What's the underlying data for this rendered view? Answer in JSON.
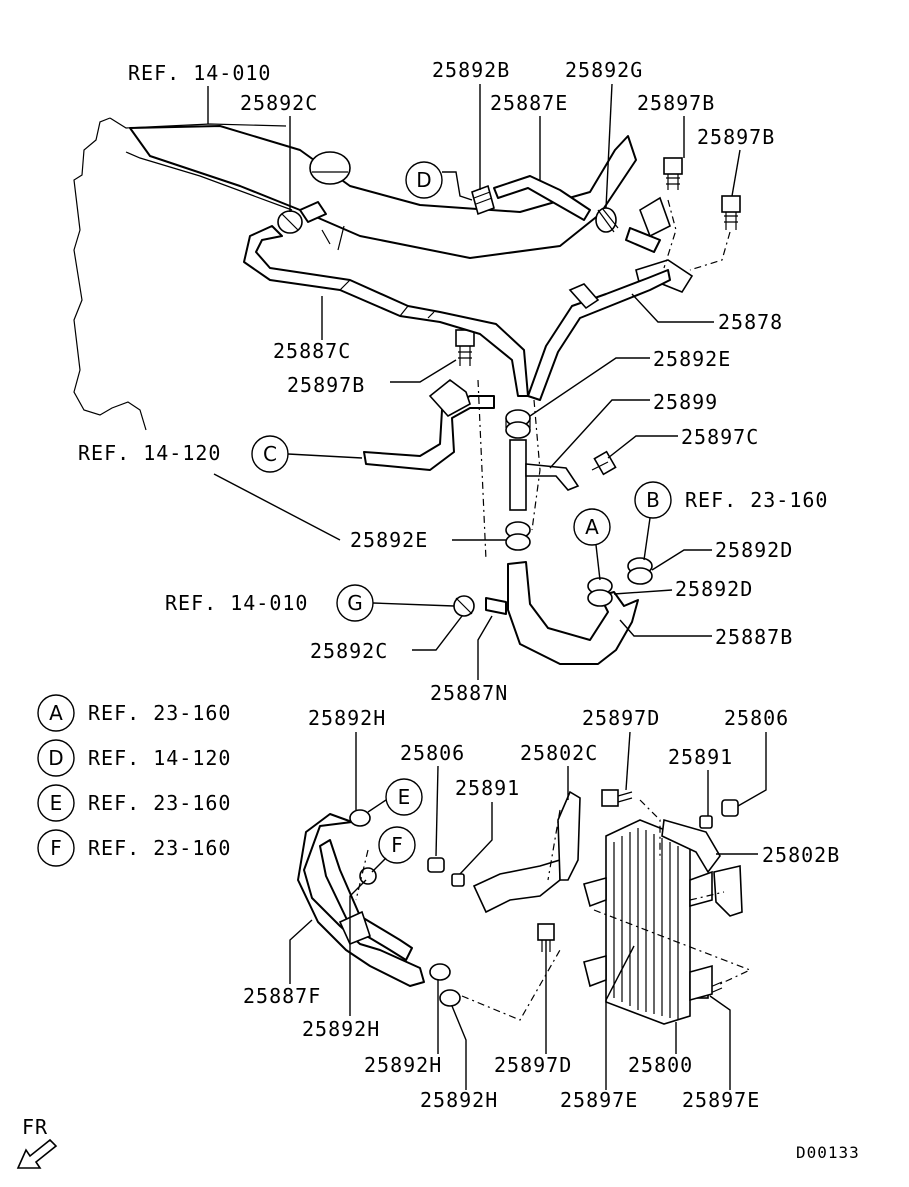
{
  "diagram_id": "D00133",
  "direction_label": "FR",
  "callouts": {
    "ref_14_010_top": "REF. 14-010",
    "ref_14_120": "REF. 14-120",
    "ref_23_160_b": "REF. 23-160",
    "ref_14_010_g": "REF. 14-010",
    "p25892B": "25892B",
    "p25892G": "25892G",
    "p25887E": "25887E",
    "p25897B_a": "25897B",
    "p25897B_b": "25897B",
    "p25892C_top": "25892C",
    "p25878": "25878",
    "p25887C": "25887C",
    "p25897B_c": "25897B",
    "p25892E_a": "25892E",
    "p25899": "25899",
    "p25897C": "25897C",
    "p25892D_a": "25892D",
    "p25892E_b": "25892E",
    "p25892D_b": "25892D",
    "p25887B": "25887B",
    "p25892C_bot": "25892C",
    "p25887N": "25887N",
    "p25892H_a": "25892H",
    "p25806_a": "25806",
    "p25802C": "25802C",
    "p25897D_a": "25897D",
    "p25806_b": "25806",
    "p25891_a": "25891",
    "p25891_b": "25891",
    "p25802B": "25802B",
    "p25887F": "25887F",
    "p25892H_b": "25892H",
    "p25892H_c": "25892H",
    "p25897D_b": "25897D",
    "p25800": "25800",
    "p25892H_d": "25892H",
    "p25897E_a": "25897E",
    "p25897E_b": "25897E"
  },
  "circle_markers": {
    "A": "A",
    "B": "B",
    "C": "C",
    "D": "D",
    "E": "E",
    "F": "F",
    "G": "G"
  },
  "legend": [
    {
      "letter": "A",
      "ref": "REF. 23-160"
    },
    {
      "letter": "D",
      "ref": "REF. 14-120"
    },
    {
      "letter": "E",
      "ref": "REF. 23-160"
    },
    {
      "letter": "F",
      "ref": "REF. 23-160"
    }
  ]
}
